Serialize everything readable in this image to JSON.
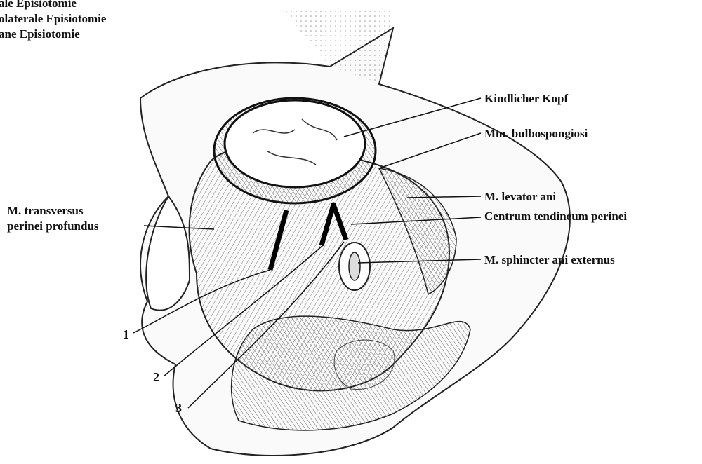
{
  "legend": [
    "ale Episiotomie",
    "olaterale Episiotomie",
    "ane Episiotomie"
  ],
  "labels": {
    "kindlicher_kopf": "Kindlicher Kopf",
    "bulbospongiosi": "Mm. bulbospongiosi",
    "levator_ani": "M. levator ani",
    "centrum_tendineum": "Centrum tendineum perinei",
    "sphincter": "M. sphincter ani externus",
    "transversus_line1": "M. transversus",
    "transversus_line2": "perinei profundus"
  },
  "incisions": [
    "1",
    "2",
    "3"
  ]
}
